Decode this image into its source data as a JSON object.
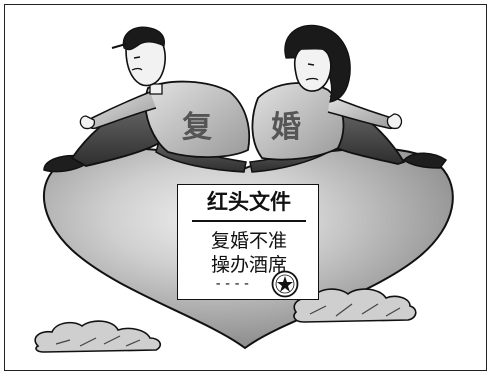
{
  "illustration": {
    "left_back_text": "复",
    "right_back_text": "婚"
  },
  "notice": {
    "title": "红头文件",
    "line1": "复婚不准",
    "line2": "操办酒席",
    "dashes": "----"
  },
  "colors": {
    "heart": "#a8a8a8",
    "heart_highlight": "#e8e8e8",
    "outline": "#111111",
    "shirt": "#c8c8c8",
    "pants": "#4a4a4a",
    "skin": "#f2f2f2"
  }
}
